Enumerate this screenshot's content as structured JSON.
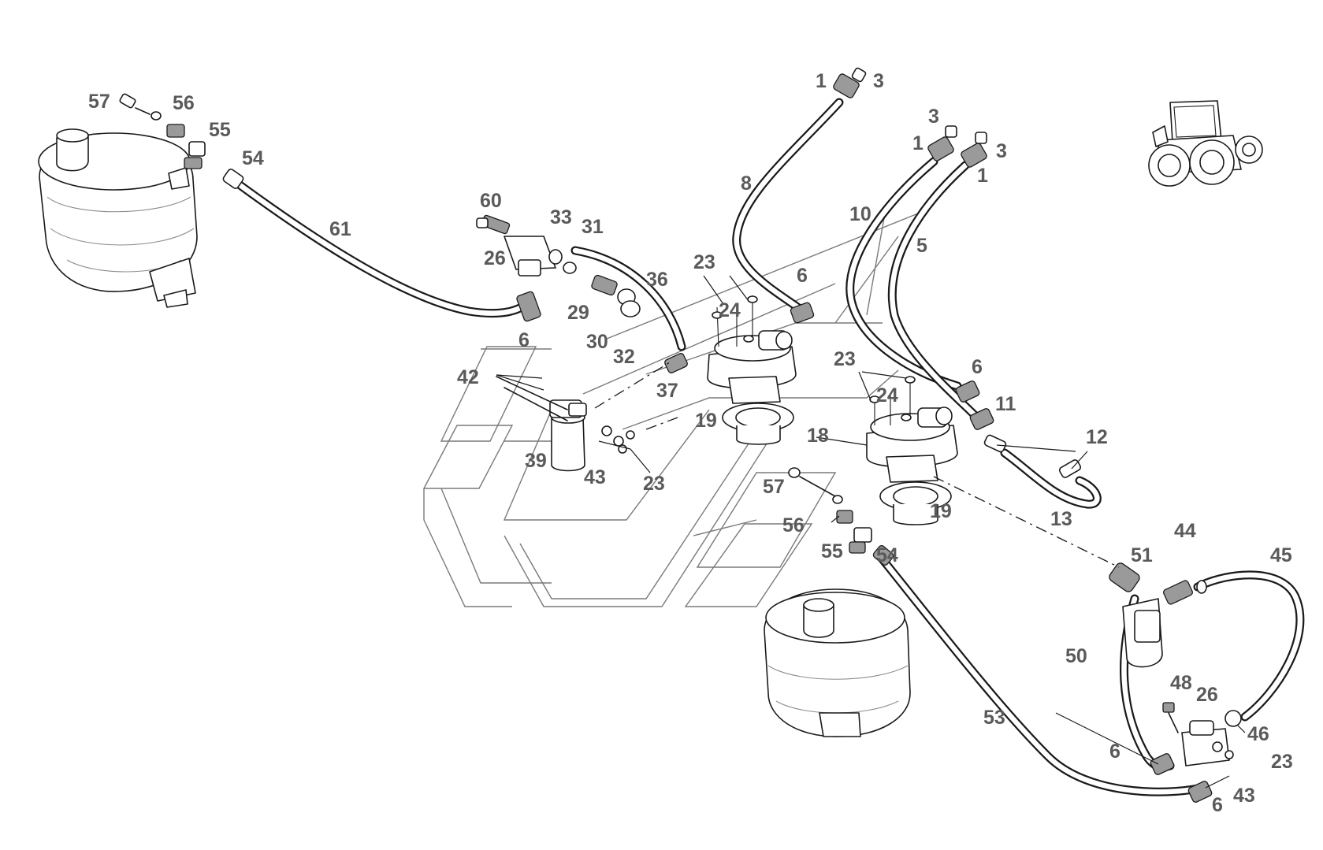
{
  "callouts": [
    {
      "id": "c57a",
      "label": "57"
    },
    {
      "id": "c56a",
      "label": "56"
    },
    {
      "id": "c55a",
      "label": "55"
    },
    {
      "id": "c54a",
      "label": "54"
    },
    {
      "id": "c61",
      "label": "61"
    },
    {
      "id": "c60",
      "label": "60"
    },
    {
      "id": "c26a",
      "label": "26"
    },
    {
      "id": "c33",
      "label": "33"
    },
    {
      "id": "c31",
      "label": "31"
    },
    {
      "id": "c36",
      "label": "36"
    },
    {
      "id": "c29",
      "label": "29"
    },
    {
      "id": "c30",
      "label": "30"
    },
    {
      "id": "c32",
      "label": "32"
    },
    {
      "id": "c6a",
      "label": "6"
    },
    {
      "id": "c42",
      "label": "42"
    },
    {
      "id": "c37",
      "label": "37"
    },
    {
      "id": "c39",
      "label": "39"
    },
    {
      "id": "c43a",
      "label": "43"
    },
    {
      "id": "c23a",
      "label": "23"
    },
    {
      "id": "c19a",
      "label": "19"
    },
    {
      "id": "c23b",
      "label": "23"
    },
    {
      "id": "c24a",
      "label": "24"
    },
    {
      "id": "c8",
      "label": "8"
    },
    {
      "id": "c6b",
      "label": "6"
    },
    {
      "id": "c1a",
      "label": "1"
    },
    {
      "id": "c3a",
      "label": "3"
    },
    {
      "id": "c3b",
      "label": "3"
    },
    {
      "id": "c1b",
      "label": "1"
    },
    {
      "id": "c3c",
      "label": "3"
    },
    {
      "id": "c1c",
      "label": "1"
    },
    {
      "id": "c10",
      "label": "10"
    },
    {
      "id": "c5",
      "label": "5"
    },
    {
      "id": "c23c",
      "label": "23"
    },
    {
      "id": "c24b",
      "label": "24"
    },
    {
      "id": "c6c",
      "label": "6"
    },
    {
      "id": "c11",
      "label": "11"
    },
    {
      "id": "c12",
      "label": "12"
    },
    {
      "id": "c18",
      "label": "18"
    },
    {
      "id": "c19b",
      "label": "19"
    },
    {
      "id": "c13",
      "label": "13"
    },
    {
      "id": "c57b",
      "label": "57"
    },
    {
      "id": "c56b",
      "label": "56"
    },
    {
      "id": "c55b",
      "label": "55"
    },
    {
      "id": "c54b",
      "label": "54"
    },
    {
      "id": "c44",
      "label": "44"
    },
    {
      "id": "c45",
      "label": "45"
    },
    {
      "id": "c51",
      "label": "51"
    },
    {
      "id": "c50",
      "label": "50"
    },
    {
      "id": "c48",
      "label": "48"
    },
    {
      "id": "c26b",
      "label": "26"
    },
    {
      "id": "c53",
      "label": "53"
    },
    {
      "id": "c6d",
      "label": "6"
    },
    {
      "id": "c46",
      "label": "46"
    },
    {
      "id": "c23d",
      "label": "23"
    },
    {
      "id": "c43b",
      "label": "43"
    },
    {
      "id": "c6e",
      "label": "6"
    }
  ]
}
